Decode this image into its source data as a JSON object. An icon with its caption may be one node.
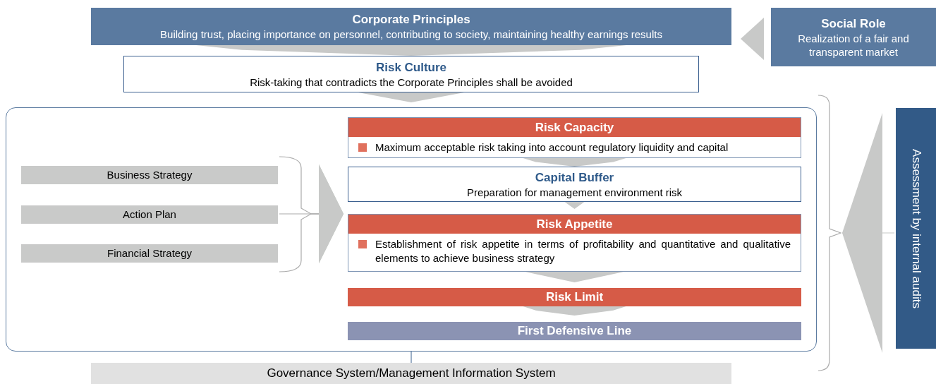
{
  "diagram": {
    "nodes": [
      {
        "text": [
          "Corporate Principles",
          "Building trust, placing importance on personnel, contributing to society, maintaining healthy earnings results"
        ]
      },
      {
        "text": [
          "Social Role",
          "Realization of a fair and transparent market"
        ]
      },
      {
        "text": [
          "Risk Culture",
          "Risk-taking that contradicts the Corporate Principles shall be avoided"
        ]
      },
      {
        "text": [],
        "shape": "box"
      },
      {
        "text": [
          "Business Strategy"
        ],
        "in": 3
      },
      {
        "text": [
          "Action Plan"
        ],
        "in": 3
      },
      {
        "text": [
          "Financial Strategy"
        ],
        "in": 3
      },
      {
        "text": [
          "Risk Capacity",
          "Maximum acceptable risk taking into account regulatory liquidity and capital"
        ],
        "in": 3
      },
      {
        "text": [
          "Capital Buffer",
          "Preparation for management environment risk"
        ],
        "in": 3
      },
      {
        "text": [
          "Risk Appetite",
          "Establishment of risk appetite in terms of profitability and quantitative and qualitative elements to achieve business strategy"
        ],
        "in": 3
      },
      {
        "text": [
          "Risk Limit"
        ],
        "in": 3
      },
      {
        "text": [
          "First Defensive Line"
        ],
        "in": 3
      },
      {
        "text": [
          "Governance System/Management Information System"
        ]
      },
      {
        "text": [
          "Assessment by internal audits"
        ]
      },
      {
        "text": [],
        "shape": "bracket"
      }
    ],
    "edges": [
      {
        "from": 1,
        "to": 0,
        "arrow": "to"
      },
      {
        "from": 0,
        "to": 2,
        "arrow": "to"
      },
      {
        "from": 2,
        "to": 3,
        "arrow": "to"
      },
      {
        "from": 7,
        "to": 8,
        "arrow": "to"
      },
      {
        "from": 8,
        "to": 9,
        "arrow": "to"
      },
      {
        "from": 9,
        "to": 10,
        "arrow": "to"
      },
      {
        "from": 10,
        "to": 11,
        "arrow": "to"
      },
      {
        "from": 4,
        "to": 9,
        "arrow": "to"
      },
      {
        "from": 5,
        "to": 9,
        "arrow": "to"
      },
      {
        "from": 6,
        "to": 9,
        "arrow": "to"
      },
      {
        "from": 13,
        "to": 14,
        "arrow": "to"
      },
      {
        "from": 3,
        "to": 12,
        "arrow": "none"
      }
    ]
  }
}
